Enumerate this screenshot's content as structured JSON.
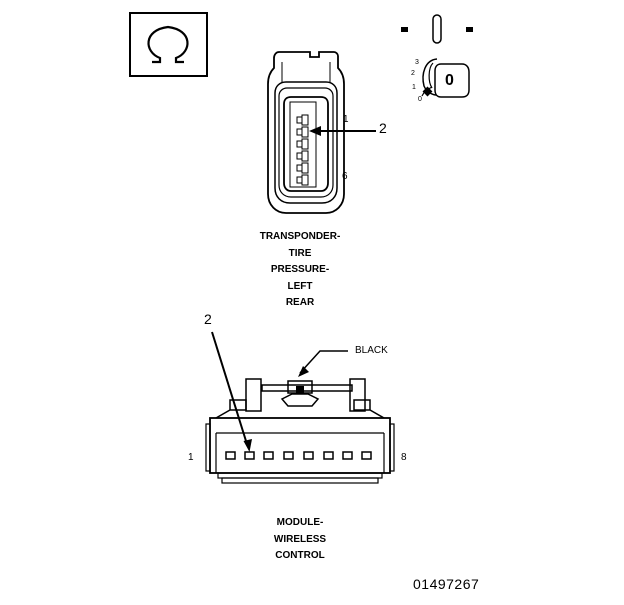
{
  "legend_symbol": {
    "icon": "ohm-icon",
    "glyph": "Ω"
  },
  "ignition_switch": {
    "position_labels": [
      "3",
      "2",
      "1",
      "0"
    ],
    "key_label": "0"
  },
  "transponder_connector": {
    "pin_first": "1",
    "pin_last": "6",
    "callout": "2",
    "title_lines": [
      "TRANSPONDER-",
      "TIRE",
      "PRESSURE-",
      "LEFT",
      "REAR"
    ]
  },
  "module_connector": {
    "callout": "2",
    "color_label": "BLACK",
    "pin_first": "1",
    "pin_last": "8",
    "title_lines": [
      "MODULE-",
      "WIRELESS",
      "CONTROL"
    ]
  },
  "figure_id": "01497267"
}
